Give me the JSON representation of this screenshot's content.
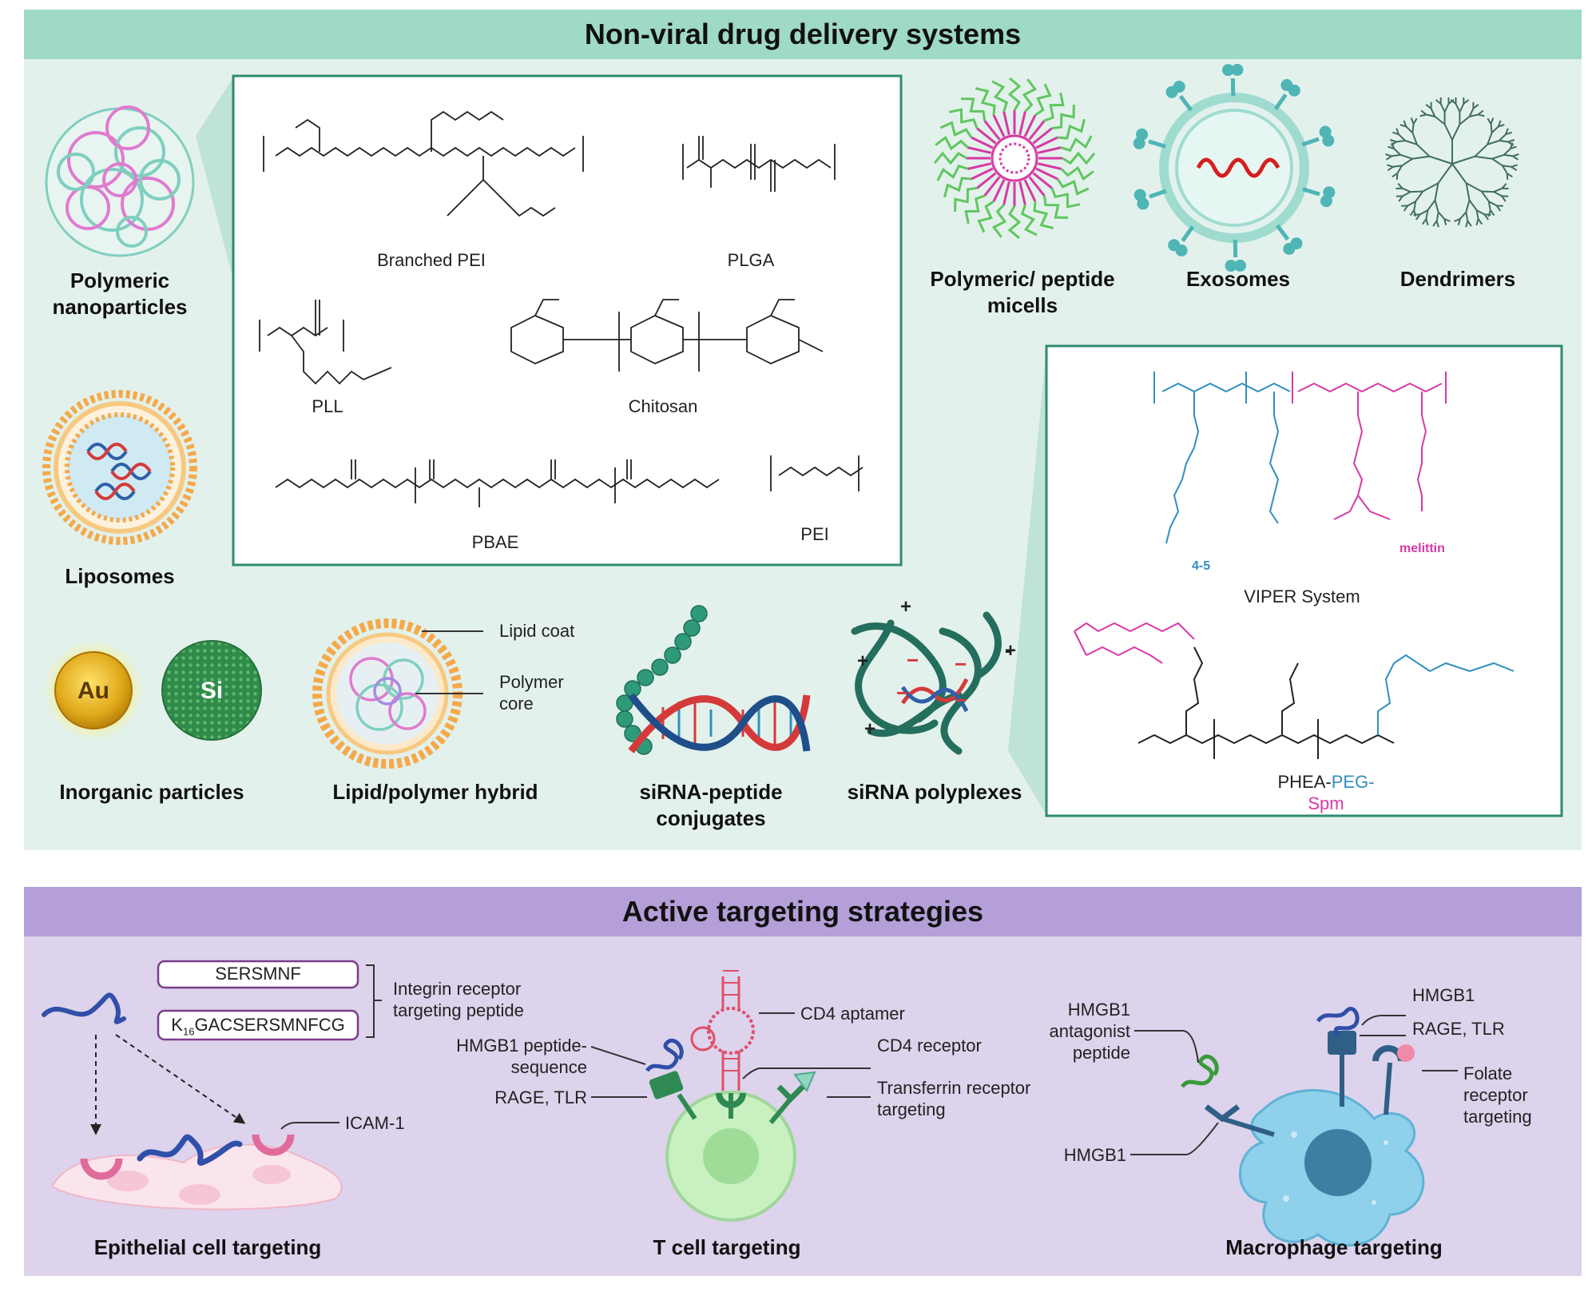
{
  "top": {
    "title": "Non-viral drug delivery systems",
    "carriers": {
      "polymeric_np": "Polymeric nanoparticles",
      "liposomes": "Liposomes",
      "micelles": "Polymeric/ peptide micells",
      "exosomes": "Exosomes",
      "dendrimers": "Dendrimers",
      "inorganic": "Inorganic particles",
      "hybrid": "Lipid/polymer hybrid",
      "conjugates": "siRNA-peptide conjugates",
      "polyplexes": "siRNA polyplexes",
      "au": "Au",
      "si": "Si",
      "lipid_coat": "Lipid coat",
      "polymer_core": "Polymer core"
    },
    "polymers": [
      "Branched PEI",
      "PLGA",
      "PLL",
      "Chitosan",
      "PBAE",
      "PEI"
    ],
    "viper": {
      "name": "VIPER System",
      "repeat": "4-5",
      "melittin": "melittin",
      "phea": "PHEA-",
      "peg": "PEG-",
      "spm": "Spm"
    }
  },
  "bottom": {
    "title": "Active targeting strategies",
    "epithelial": {
      "label": "Epithelial cell targeting",
      "peptide1": "SERSMNF",
      "peptide2_prefix": "K",
      "peptide2_sub": "16",
      "peptide2_rest": "GACSERSMNFCG",
      "integrin": "Integrin receptor targeting peptide",
      "icam": "ICAM-1"
    },
    "tcell": {
      "label": "T cell targeting",
      "aptamer": "CD4 aptamer",
      "receptor": "CD4 receptor",
      "hmgb1_peptide": "HMGB1 peptide- sequence",
      "rage": "RAGE, TLR",
      "transferrin": "Transferrin receptor targeting"
    },
    "macrophage": {
      "label": "Macrophage targeting",
      "antagonist": "HMGB1 antagonist peptide",
      "hmgb1_top": "HMGB1",
      "rage": "RAGE, TLR",
      "folate": "Folate receptor targeting",
      "hmgb1_bottom": "HMGB1"
    }
  },
  "colors": {
    "teal_header": "#9fd9c8",
    "teal_panel": "#e3f1ec",
    "purple_header": "#b49fd9",
    "purple_panel": "#ddd3ec",
    "magenta": "#d63aa5",
    "blue": "#2f8fc0",
    "green": "#2e8a72"
  }
}
